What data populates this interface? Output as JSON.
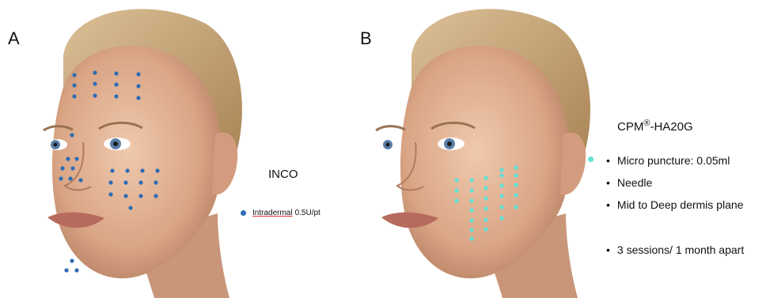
{
  "panel_a": {
    "letter": "A",
    "title": "INCO",
    "legend_text_1": "Intradermal",
    "legend_text_2": "0.5U/pt",
    "dot_color": "#2f6db5"
  },
  "panel_b": {
    "letter": "B",
    "product_prefix": "CPM",
    "product_sup": "®",
    "product_suffix": "-HA20G",
    "dot_color": "#62e0d4",
    "bullets": [
      "Micro puncture: 0.05ml",
      "Needle",
      "Mid to Deep dermis plane",
      "3 sessions/ 1 month apart"
    ]
  },
  "colors": {
    "skin": "#e2b596",
    "hair": "#c8a471",
    "background": "#ffffff"
  }
}
